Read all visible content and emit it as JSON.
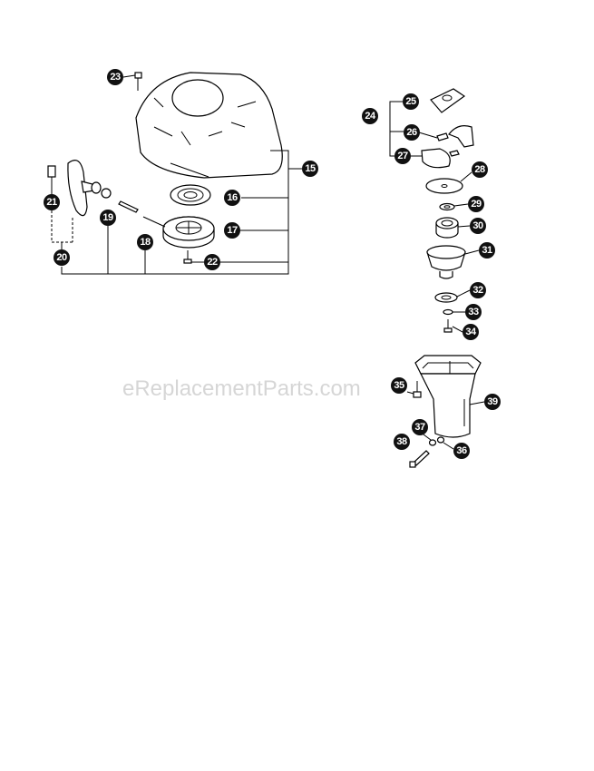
{
  "watermark": "eReplacementParts.com",
  "callouts": {
    "c15": "15",
    "c16": "16",
    "c17": "17",
    "c18": "18",
    "c19": "19",
    "c20": "20",
    "c21": "21",
    "c22": "22",
    "c23": "23",
    "c24": "24",
    "c25": "25",
    "c26": "26",
    "c27": "27",
    "c28": "28",
    "c29": "29",
    "c30": "30",
    "c31": "31",
    "c32": "32",
    "c33": "33",
    "c34": "34",
    "c35": "35",
    "c36": "36",
    "c37": "37",
    "c38": "38",
    "c39": "39"
  }
}
